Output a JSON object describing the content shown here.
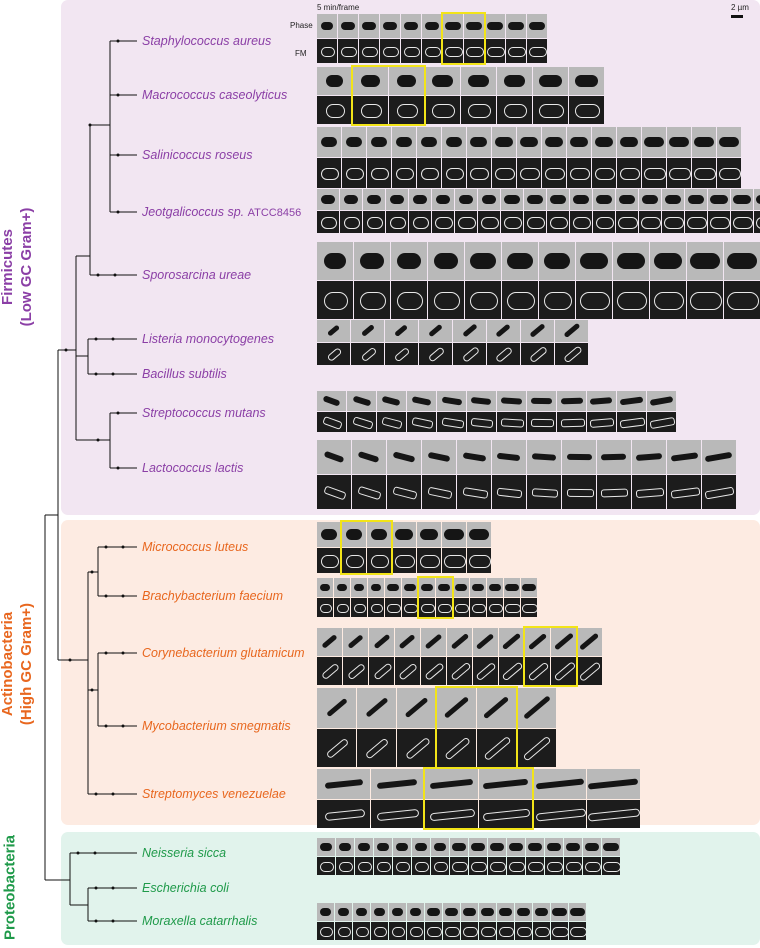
{
  "header": {
    "frame_rate": "5 min/frame",
    "scale": "2 µm"
  },
  "channels": {
    "phase": "Phase",
    "fm": "FM"
  },
  "colors": {
    "firmicutes": "#8b3fa6",
    "actinobacteria": "#e8671f",
    "proteobacteria": "#1f9a4a",
    "firmicutes_bg": "#f2e6f2",
    "actinobacteria_bg": "#fdebe2",
    "proteobacteria_bg": "#e1f3ec",
    "highlight": "#f2e418"
  },
  "groups": [
    {
      "id": "firmicutes",
      "line1": "Firmicutes",
      "line2": "(Low GC Gram+)"
    },
    {
      "id": "actinobacteria",
      "line1": "Actinobacteria",
      "line2": "(High GC Gram+)"
    },
    {
      "id": "proteobacteria",
      "line1": "Proteobacteria",
      "line2": ""
    }
  ],
  "species": [
    {
      "name": "Staphylococcus aureus",
      "strain": "",
      "group": "firmicutes",
      "frames": 11,
      "highlighted_frames": [
        6,
        7
      ],
      "morphology": "coccus"
    },
    {
      "name": "Macrococcus caseolyticus",
      "strain": "",
      "group": "firmicutes",
      "frames": 8,
      "highlighted_frames": [
        1,
        2
      ],
      "morphology": "coccus"
    },
    {
      "name": "Salinicoccus roseus",
      "strain": "",
      "group": "firmicutes",
      "frames": 17,
      "highlighted_frames": [],
      "morphology": "coccus"
    },
    {
      "name": "Jeotgalicoccus sp.",
      "strain": "ATCC8456",
      "group": "firmicutes",
      "frames": 20,
      "highlighted_frames": [],
      "morphology": "coccus"
    },
    {
      "name": "Sporosarcina ureae",
      "strain": "",
      "group": "firmicutes",
      "frames": 12,
      "highlighted_frames": [],
      "morphology": "coccus"
    },
    {
      "name": "Listeria monocytogenes",
      "strain": "",
      "group": "firmicutes",
      "frames": 8,
      "highlighted_frames": [],
      "morphology": "rod"
    },
    {
      "name": "Bacillus subtilis",
      "strain": "",
      "group": "firmicutes",
      "frames": 0,
      "highlighted_frames": [],
      "morphology": "rod"
    },
    {
      "name": "Streptococcus mutans",
      "strain": "",
      "group": "firmicutes",
      "frames": 12,
      "highlighted_frames": [],
      "morphology": "chain"
    },
    {
      "name": "Lactococcus lactis",
      "strain": "",
      "group": "firmicutes",
      "frames": 12,
      "highlighted_frames": [],
      "morphology": "chain"
    },
    {
      "name": "Micrococcus luteus",
      "strain": "",
      "group": "actinobacteria",
      "frames": 7,
      "highlighted_frames": [
        1,
        2
      ],
      "morphology": "coccus"
    },
    {
      "name": "Brachybacterium faecium",
      "strain": "",
      "group": "actinobacteria",
      "frames": 13,
      "highlighted_frames": [
        6,
        7
      ],
      "morphology": "coccus"
    },
    {
      "name": "Corynebacterium glutamicum",
      "strain": "",
      "group": "actinobacteria",
      "frames": 11,
      "highlighted_frames": [
        8,
        9
      ],
      "morphology": "rod"
    },
    {
      "name": "Mycobacterium smegmatis",
      "strain": "",
      "group": "actinobacteria",
      "frames": 6,
      "highlighted_frames": [
        3,
        4
      ],
      "morphology": "rod"
    },
    {
      "name": "Streptomyces venezuelae",
      "strain": "",
      "group": "actinobacteria",
      "frames": 6,
      "highlighted_frames": [
        2,
        3
      ],
      "morphology": "filament"
    },
    {
      "name": "Neisseria sicca",
      "strain": "",
      "group": "proteobacteria",
      "frames": 16,
      "highlighted_frames": [],
      "morphology": "coccus"
    },
    {
      "name": "Escherichia coli",
      "strain": "",
      "group": "proteobacteria",
      "frames": 0,
      "highlighted_frames": [],
      "morphology": "rod"
    },
    {
      "name": "Moraxella catarrhalis",
      "strain": "",
      "group": "proteobacteria",
      "frames": 15,
      "highlighted_frames": [],
      "morphology": "coccus"
    }
  ]
}
